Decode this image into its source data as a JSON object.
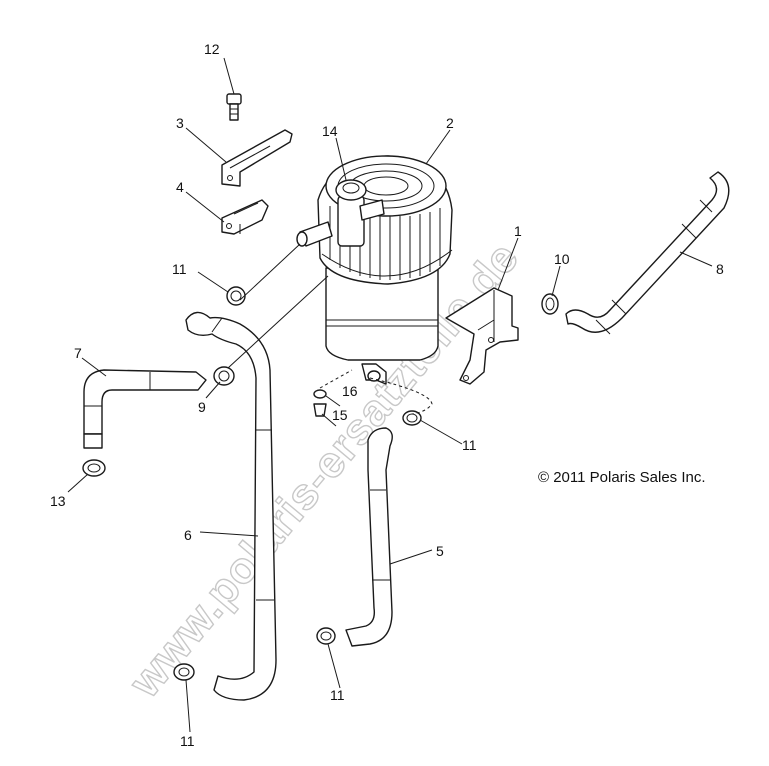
{
  "callouts": {
    "c1": "1",
    "c2": "2",
    "c3": "3",
    "c4": "4",
    "c5": "5",
    "c6": "6",
    "c7": "7",
    "c8": "8",
    "c9": "9",
    "c10": "10",
    "c11a": "11",
    "c11b": "11",
    "c11c": "11",
    "c11d": "11",
    "c12": "12",
    "c13": "13",
    "c14": "14",
    "c15": "15",
    "c16": "16"
  },
  "copyright": "© 2011 Polaris Sales Inc.",
  "watermark": "www.polaris-ersatzteile.de",
  "colors": {
    "line": "#1a1a1a",
    "watermark_outline": "#c8c8c8",
    "background": "#ffffff"
  }
}
